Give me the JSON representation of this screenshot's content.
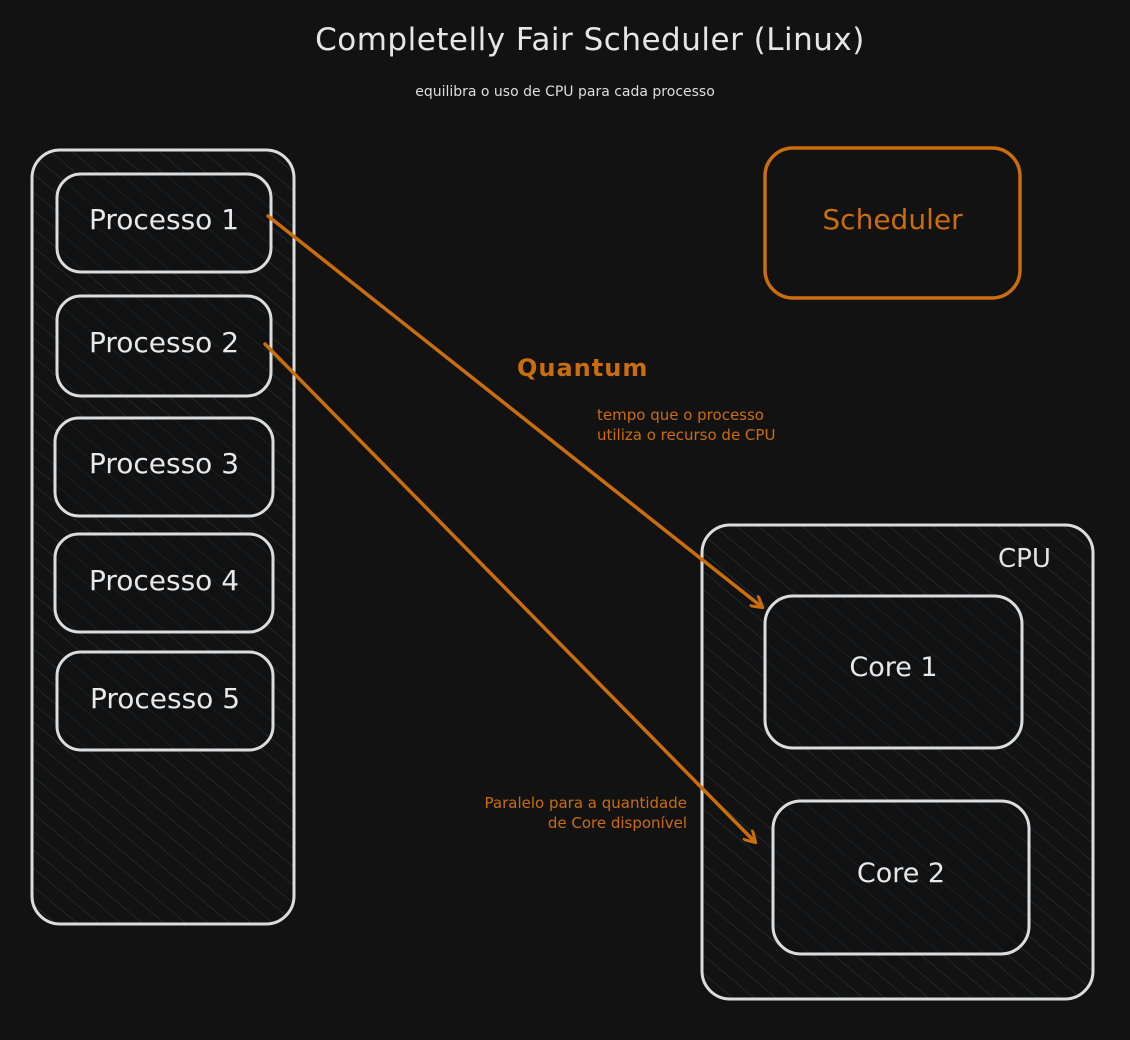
{
  "diagram": {
    "title": "Completelly Fair Scheduler (Linux)",
    "subtitle": "equilibra o uso de CPU para cada processo",
    "processes": [
      {
        "label": "Processo 1"
      },
      {
        "label": "Processo 2"
      },
      {
        "label": "Processo 3"
      },
      {
        "label": "Processo 4"
      },
      {
        "label": "Processo 5"
      }
    ],
    "scheduler": {
      "label": "Scheduler"
    },
    "quantum": {
      "label": "Quantum",
      "description_line1": "tempo que o processo",
      "description_line2": "utiliza o recurso de CPU"
    },
    "parallel_note": {
      "line1": "Paralelo para a quantidade",
      "line2": "de Core disponível"
    },
    "cpu": {
      "label": "CPU",
      "cores": [
        {
          "label": "Core 1"
        },
        {
          "label": "Core 2"
        }
      ]
    },
    "connections": [
      {
        "from": "Processo 1",
        "to": "Core 1"
      },
      {
        "from": "Processo 2",
        "to": "Core 2"
      }
    ],
    "colors": {
      "background": "#121212",
      "stroke": "#dcdcdc",
      "accent": "#c96d0d",
      "hatch": "#1f3446"
    }
  }
}
